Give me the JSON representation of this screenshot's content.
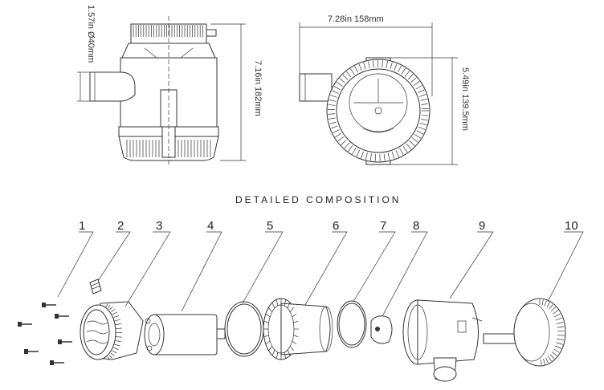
{
  "dimensions": {
    "outlet": "1.57in Ø40mm",
    "height": "7.16in 182mm",
    "width": "7.28in 158mm",
    "depth": "5.49in 139.5mm"
  },
  "section_title": "DETAILED COMPOSITION",
  "callouts": [
    "1",
    "2",
    "3",
    "4",
    "5",
    "6",
    "7",
    "8",
    "9",
    "10"
  ]
}
